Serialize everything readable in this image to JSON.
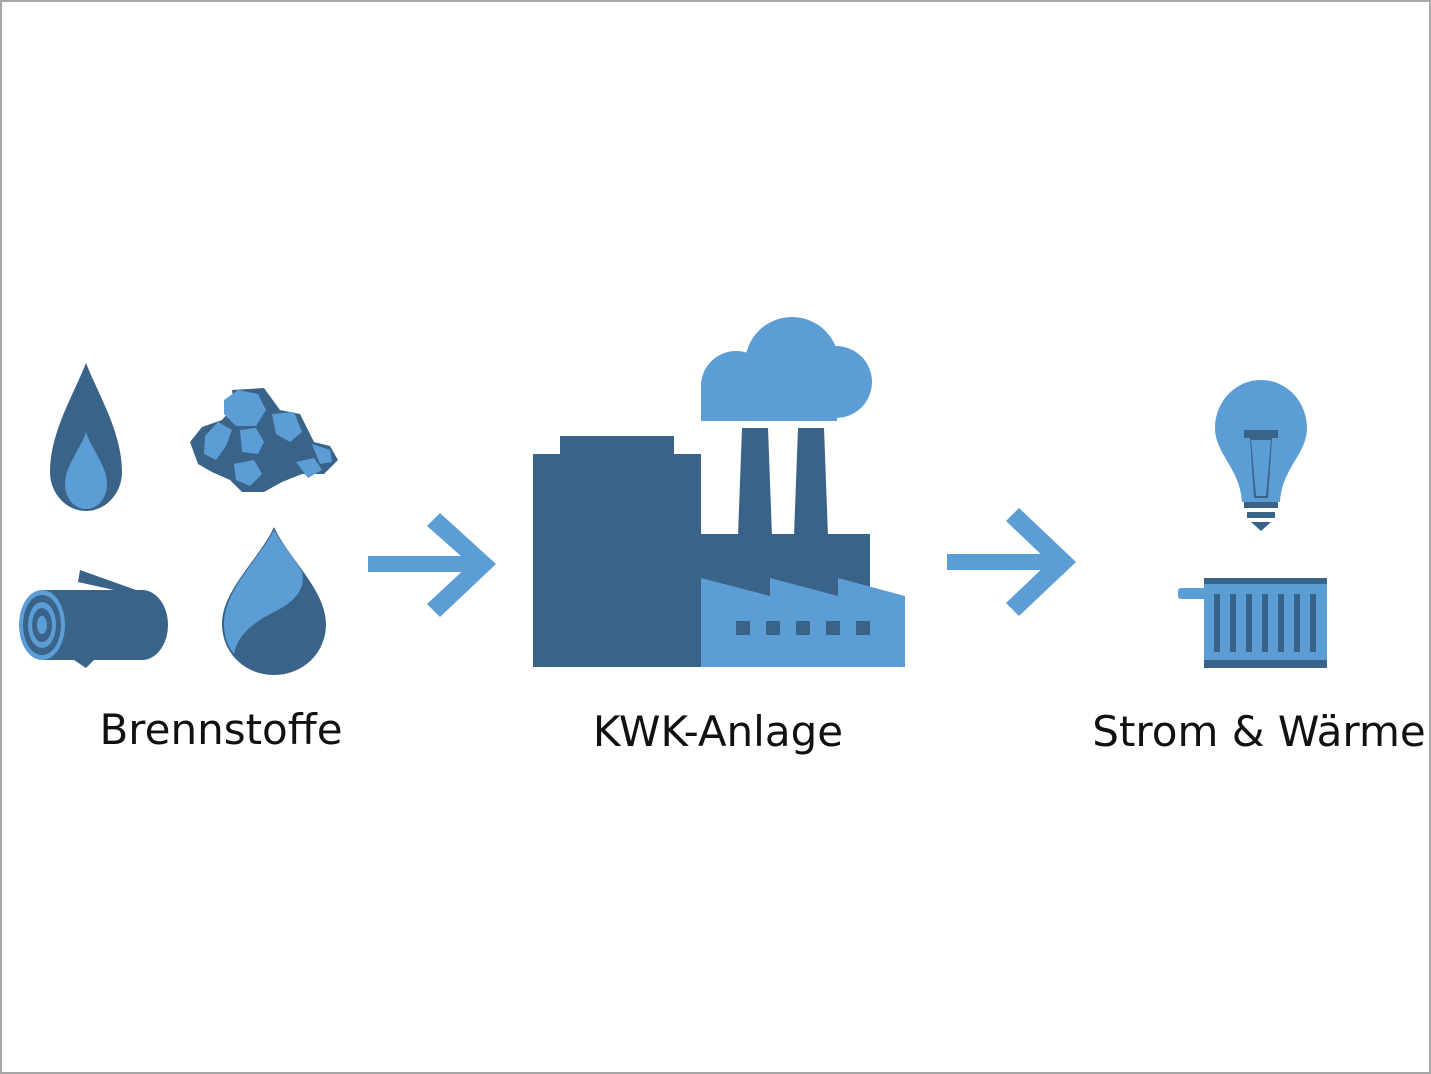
{
  "diagram": {
    "colors": {
      "dark": "#3a6389",
      "light": "#5c9dd5",
      "text": "#111111",
      "frame": "#a7a7a7"
    },
    "stages": [
      {
        "label": "Brennstoffe",
        "icons": [
          "gas-flame-drop-icon",
          "coal-pile-icon",
          "wood-log-icon",
          "oil-drop-icon"
        ]
      },
      {
        "label": "KWK-Anlage",
        "icons": [
          "power-plant-icon",
          "smoke-cloud-icon"
        ]
      },
      {
        "label": "Strom & Wärme",
        "icons": [
          "light-bulb-icon",
          "radiator-icon"
        ]
      }
    ],
    "connectors": [
      "arrow-right-icon",
      "arrow-right-icon"
    ]
  }
}
